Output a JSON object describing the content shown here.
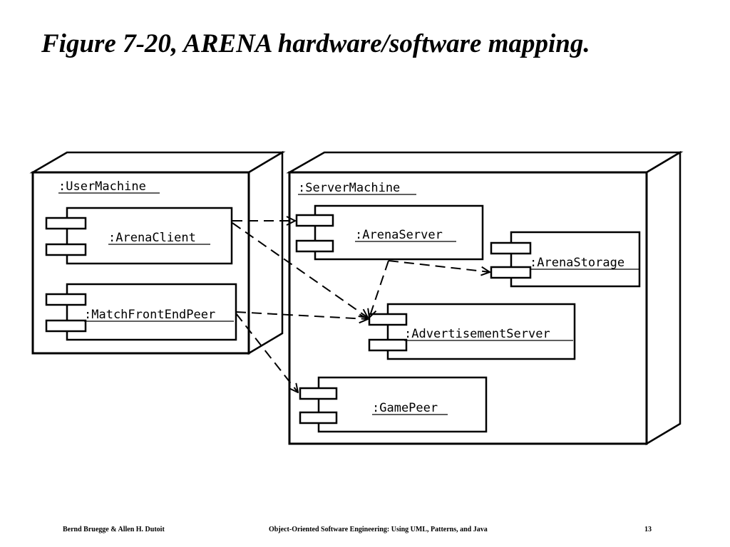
{
  "title": "Figure 7-20, ARENA hardware/software mapping.",
  "nodes": {
    "user_machine": ":UserMachine",
    "server_machine": ":ServerMachine"
  },
  "components": {
    "arena_client": ":ArenaClient",
    "match_front_end_peer": ":MatchFrontEndPeer",
    "arena_server": ":ArenaServer",
    "arena_storage": ":ArenaStorage",
    "advertisement_server": ":AdvertisementServer",
    "game_peer": ":GamePeer"
  },
  "footer": {
    "authors": "Bernd Bruegge & Allen H. Dutoit",
    "book": "Object-Oriented Software Engineering: Using UML, Patterns, and Java",
    "page": "13"
  }
}
